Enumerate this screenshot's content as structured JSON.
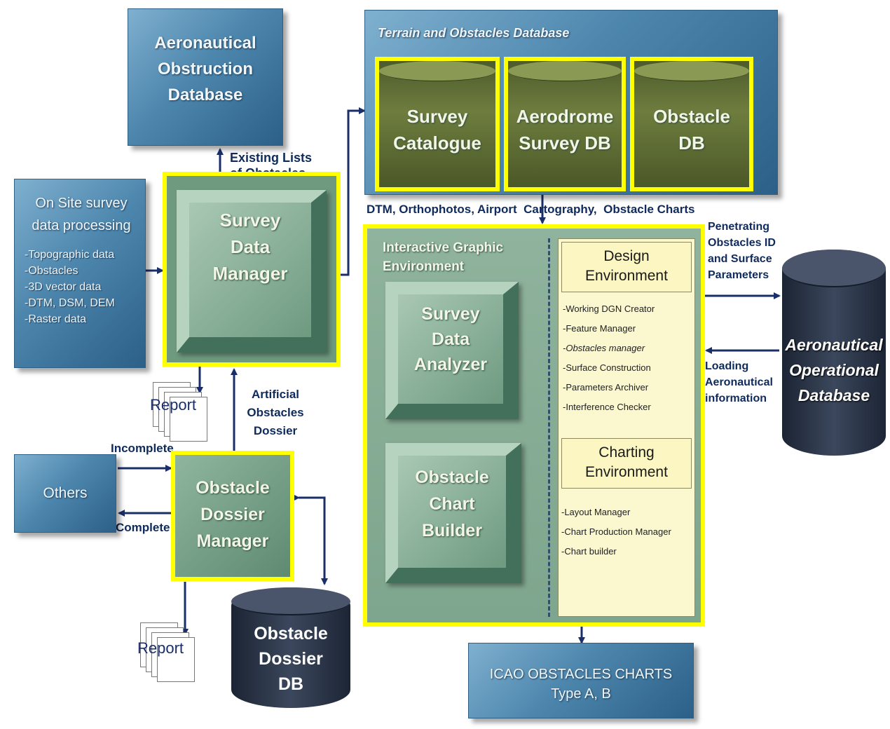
{
  "aero_obstruction_db": {
    "lines": [
      "Aeronautical",
      "Obstruction",
      "Database"
    ]
  },
  "existing_lists": {
    "lines": [
      "Existing Lists",
      "of  Obstacles"
    ]
  },
  "onsite": {
    "title_lines": [
      "On Site survey",
      "data processing"
    ],
    "items": [
      "-Topographic data",
      "-Obstacles",
      "-3D vector data",
      "-DTM, DSM, DEM",
      "-Raster data"
    ]
  },
  "survey_data_manager": {
    "lines": [
      "Survey",
      "Data",
      "Manager"
    ]
  },
  "report_label": "Report",
  "artificial": {
    "lines": [
      "Artificial",
      "Obstacles",
      "Dossier"
    ]
  },
  "incomplete_label": "Incomplete",
  "complete_label": "Complete",
  "others_label": "Others",
  "obstacle_dossier_manager": {
    "lines": [
      "Obstacle",
      "Dossier",
      "Manager"
    ]
  },
  "obstacle_dossier_db": {
    "lines": [
      "Obstacle",
      "Dossier",
      "DB"
    ]
  },
  "terrain_db": {
    "title": "Terrain and Obstacles  Database",
    "cylinders": [
      {
        "lines": [
          "Survey",
          "Catalogue"
        ]
      },
      {
        "lines": [
          "Aerodrome",
          "Survey DB"
        ]
      },
      {
        "lines": [
          "Obstacle",
          "DB"
        ]
      }
    ]
  },
  "flow_label": "DTM, Orthophotos, Airport  Cartography,  Obstacle Charts",
  "interactive": {
    "title_lines": [
      "Interactive Graphic",
      "Environment"
    ],
    "survey_data_analyzer": {
      "lines": [
        "Survey",
        "Data",
        "Analyzer"
      ]
    },
    "obstacle_chart_builder": {
      "lines": [
        "Obstacle",
        "Chart",
        "Builder"
      ]
    }
  },
  "design_env": {
    "title_lines": [
      "Design",
      "Environment"
    ],
    "items": [
      "-Working DGN Creator",
      "-Feature Manager",
      "-Obstacles manager",
      "-Surface Construction",
      "-Parameters Archiver",
      "-Interference Checker"
    ]
  },
  "charting_env": {
    "title_lines": [
      "Charting",
      "Environment"
    ],
    "items": [
      "-Layout Manager",
      "-Chart Production Manager",
      "-Chart builder"
    ]
  },
  "penetrating": {
    "lines": [
      "Penetrating",
      "Obstacles ID",
      "and Surface",
      "Parameters"
    ]
  },
  "loading": {
    "lines": [
      "Loading",
      "Aeronautical",
      "information"
    ]
  },
  "aero_operational_db": {
    "lines": [
      "Aeronautical",
      "Operational",
      "Database"
    ]
  },
  "icao_charts": {
    "lines": [
      "ICAO OBSTACLES  CHARTS",
      "Type  A, B"
    ]
  }
}
